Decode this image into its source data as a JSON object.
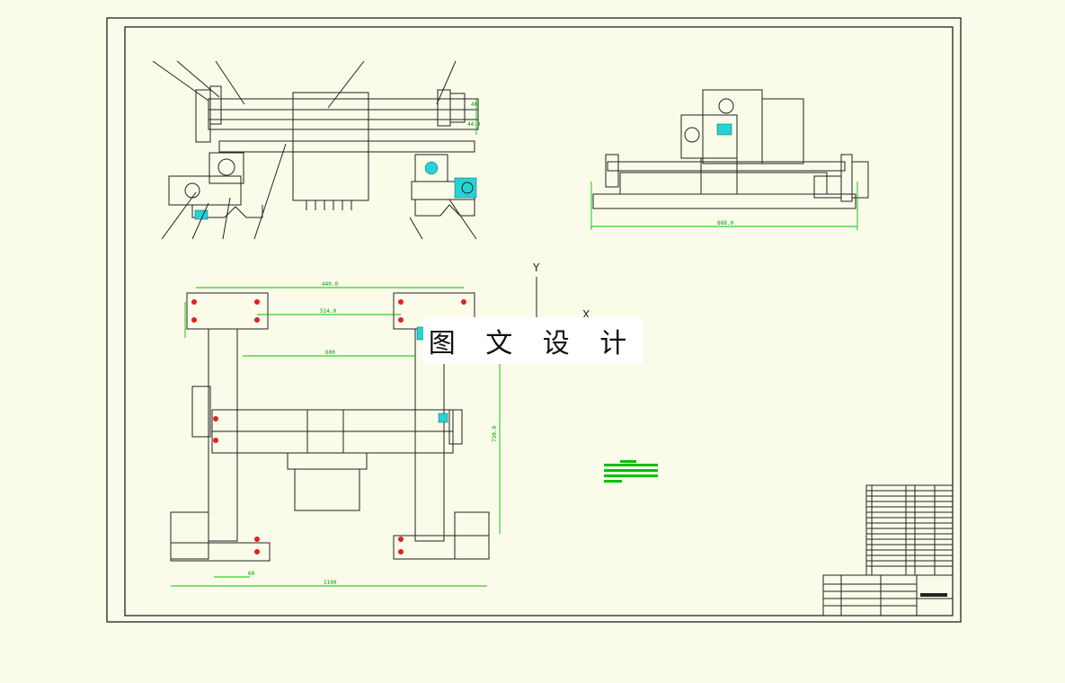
{
  "watermark": "图 文 设 计",
  "axis_labels": {
    "y": "Y",
    "x": "X"
  },
  "dimensions": {
    "top_width": "440.0",
    "inner_width": "514.0",
    "span": "600",
    "overall_width": "1100",
    "height": "730.0",
    "left_offset": "60",
    "side_length": "888.0",
    "top_dim_a": "44.0",
    "top_dim_b": "40"
  },
  "colors": {
    "background": "#fbfbea",
    "dimension": "#00c000",
    "hole": "#e32121",
    "accent": "#25d3d3"
  }
}
